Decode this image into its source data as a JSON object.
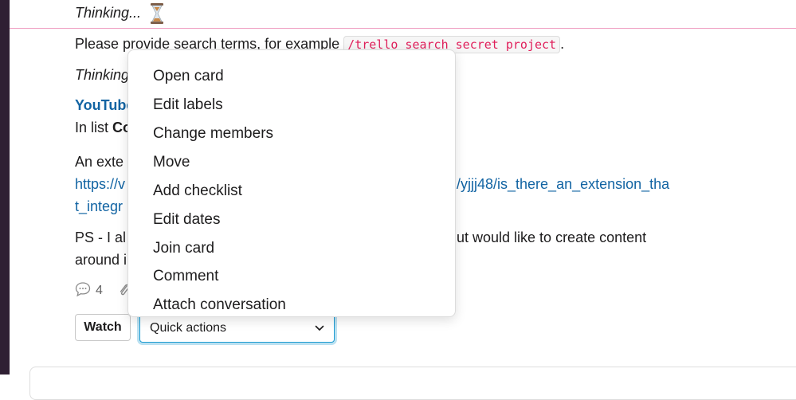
{
  "messages": {
    "thinking_1": "Thinking...",
    "search_prompt": "Please provide search terms, for example",
    "search_example_code": "/trello search secret project",
    "search_prompt_end": ".",
    "thinking_2": "Thinking",
    "card_link_partial": "YouTube",
    "in_list_prefix": "In list",
    "in_list_name_partial": "Co",
    "body_line_1_start": "An exte",
    "url_line_1_start": "https://v",
    "url_line_1_end": "/yjjj48/is_there_an_extension_tha",
    "url_line_2_start": "t_integr",
    "ps_line_1_start": "PS - I al",
    "ps_line_1_end": "ut would like to create content",
    "ps_line_2_start": "around i"
  },
  "footer": {
    "reply_count": "4",
    "watch_label": "Watch",
    "quick_actions_selected": "Quick actions"
  },
  "dropdown": {
    "items": [
      "Open card",
      "Edit labels",
      "Change members",
      "Move",
      "Add checklist",
      "Edit dates",
      "Join card",
      "Comment",
      "Attach conversation"
    ]
  },
  "colors": {
    "link": "#1264a3",
    "code": "#e01e5a",
    "focus_ring": "#1d9bd1",
    "new_divider": "#e0498a"
  }
}
